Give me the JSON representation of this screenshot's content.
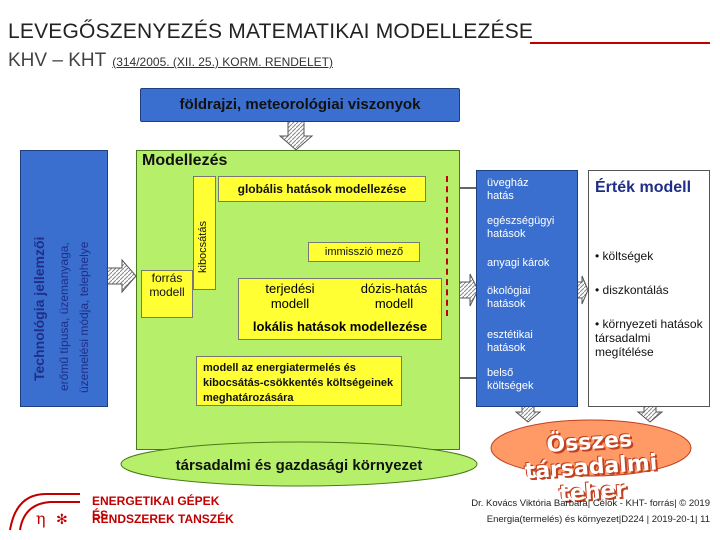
{
  "header": {
    "title": "LEVEGŐSZENYEZÉS MATEMATIKAI MODELLEZÉSE",
    "subtitle_main": "KHV – KHT",
    "subtitle_small": "(314/2005. (XII. 25.) KORM. RENDELET)"
  },
  "diagram": {
    "geo_label": "földrajzi, meteorológiai viszonyok",
    "modellezes": "Modellezés",
    "tech_title": "Technológia jellemzői",
    "tech_sub1": "erőmű típusa, üzemanyaga,",
    "tech_sub2": "üzemelési módja, telephelye",
    "global": "globális hatások modellezése",
    "kibocsatas": "kibocsátás",
    "forras": "forrás modell",
    "immisszio": "immisszió mező",
    "terjedesi": "terjedési modell",
    "dozis": "dózis-hatás modell",
    "lokalis": "lokális hatások modellezése",
    "energ": "modell az energiatermelés és kibocsátás-csökkentés költségeinek meghatározására",
    "effects": [
      "üvegház hatás",
      "egészségügyi hatások",
      "anyagi károk",
      "ökológiai hatások",
      "esztétikai hatások",
      "belső költségek"
    ],
    "ertek_title": "Érték modell",
    "ertek_items": [
      "• költségek",
      "• diszkontálás",
      "• környezeti hatások társadalmi megítélése"
    ],
    "societal": "társadalmi és gazdasági környezet",
    "osszes": "Összes társadalmi teher"
  },
  "logo": {
    "line1": "ENERGETIKAI GÉPEK ÉS",
    "line2": "RENDSZEREK TANSZÉK"
  },
  "footer": {
    "line1": "Dr. Kovács Viktória Barbara| Célok - KHT- forrás| © 2019",
    "line2": "Energia(termelés) és környezet|D224 | 2019-20-1| 11"
  },
  "colors": {
    "title_red": "#c00000",
    "box_green": "#b6f06a",
    "box_yellow": "#ffff33",
    "box_blue": "#3a6fcf"
  }
}
